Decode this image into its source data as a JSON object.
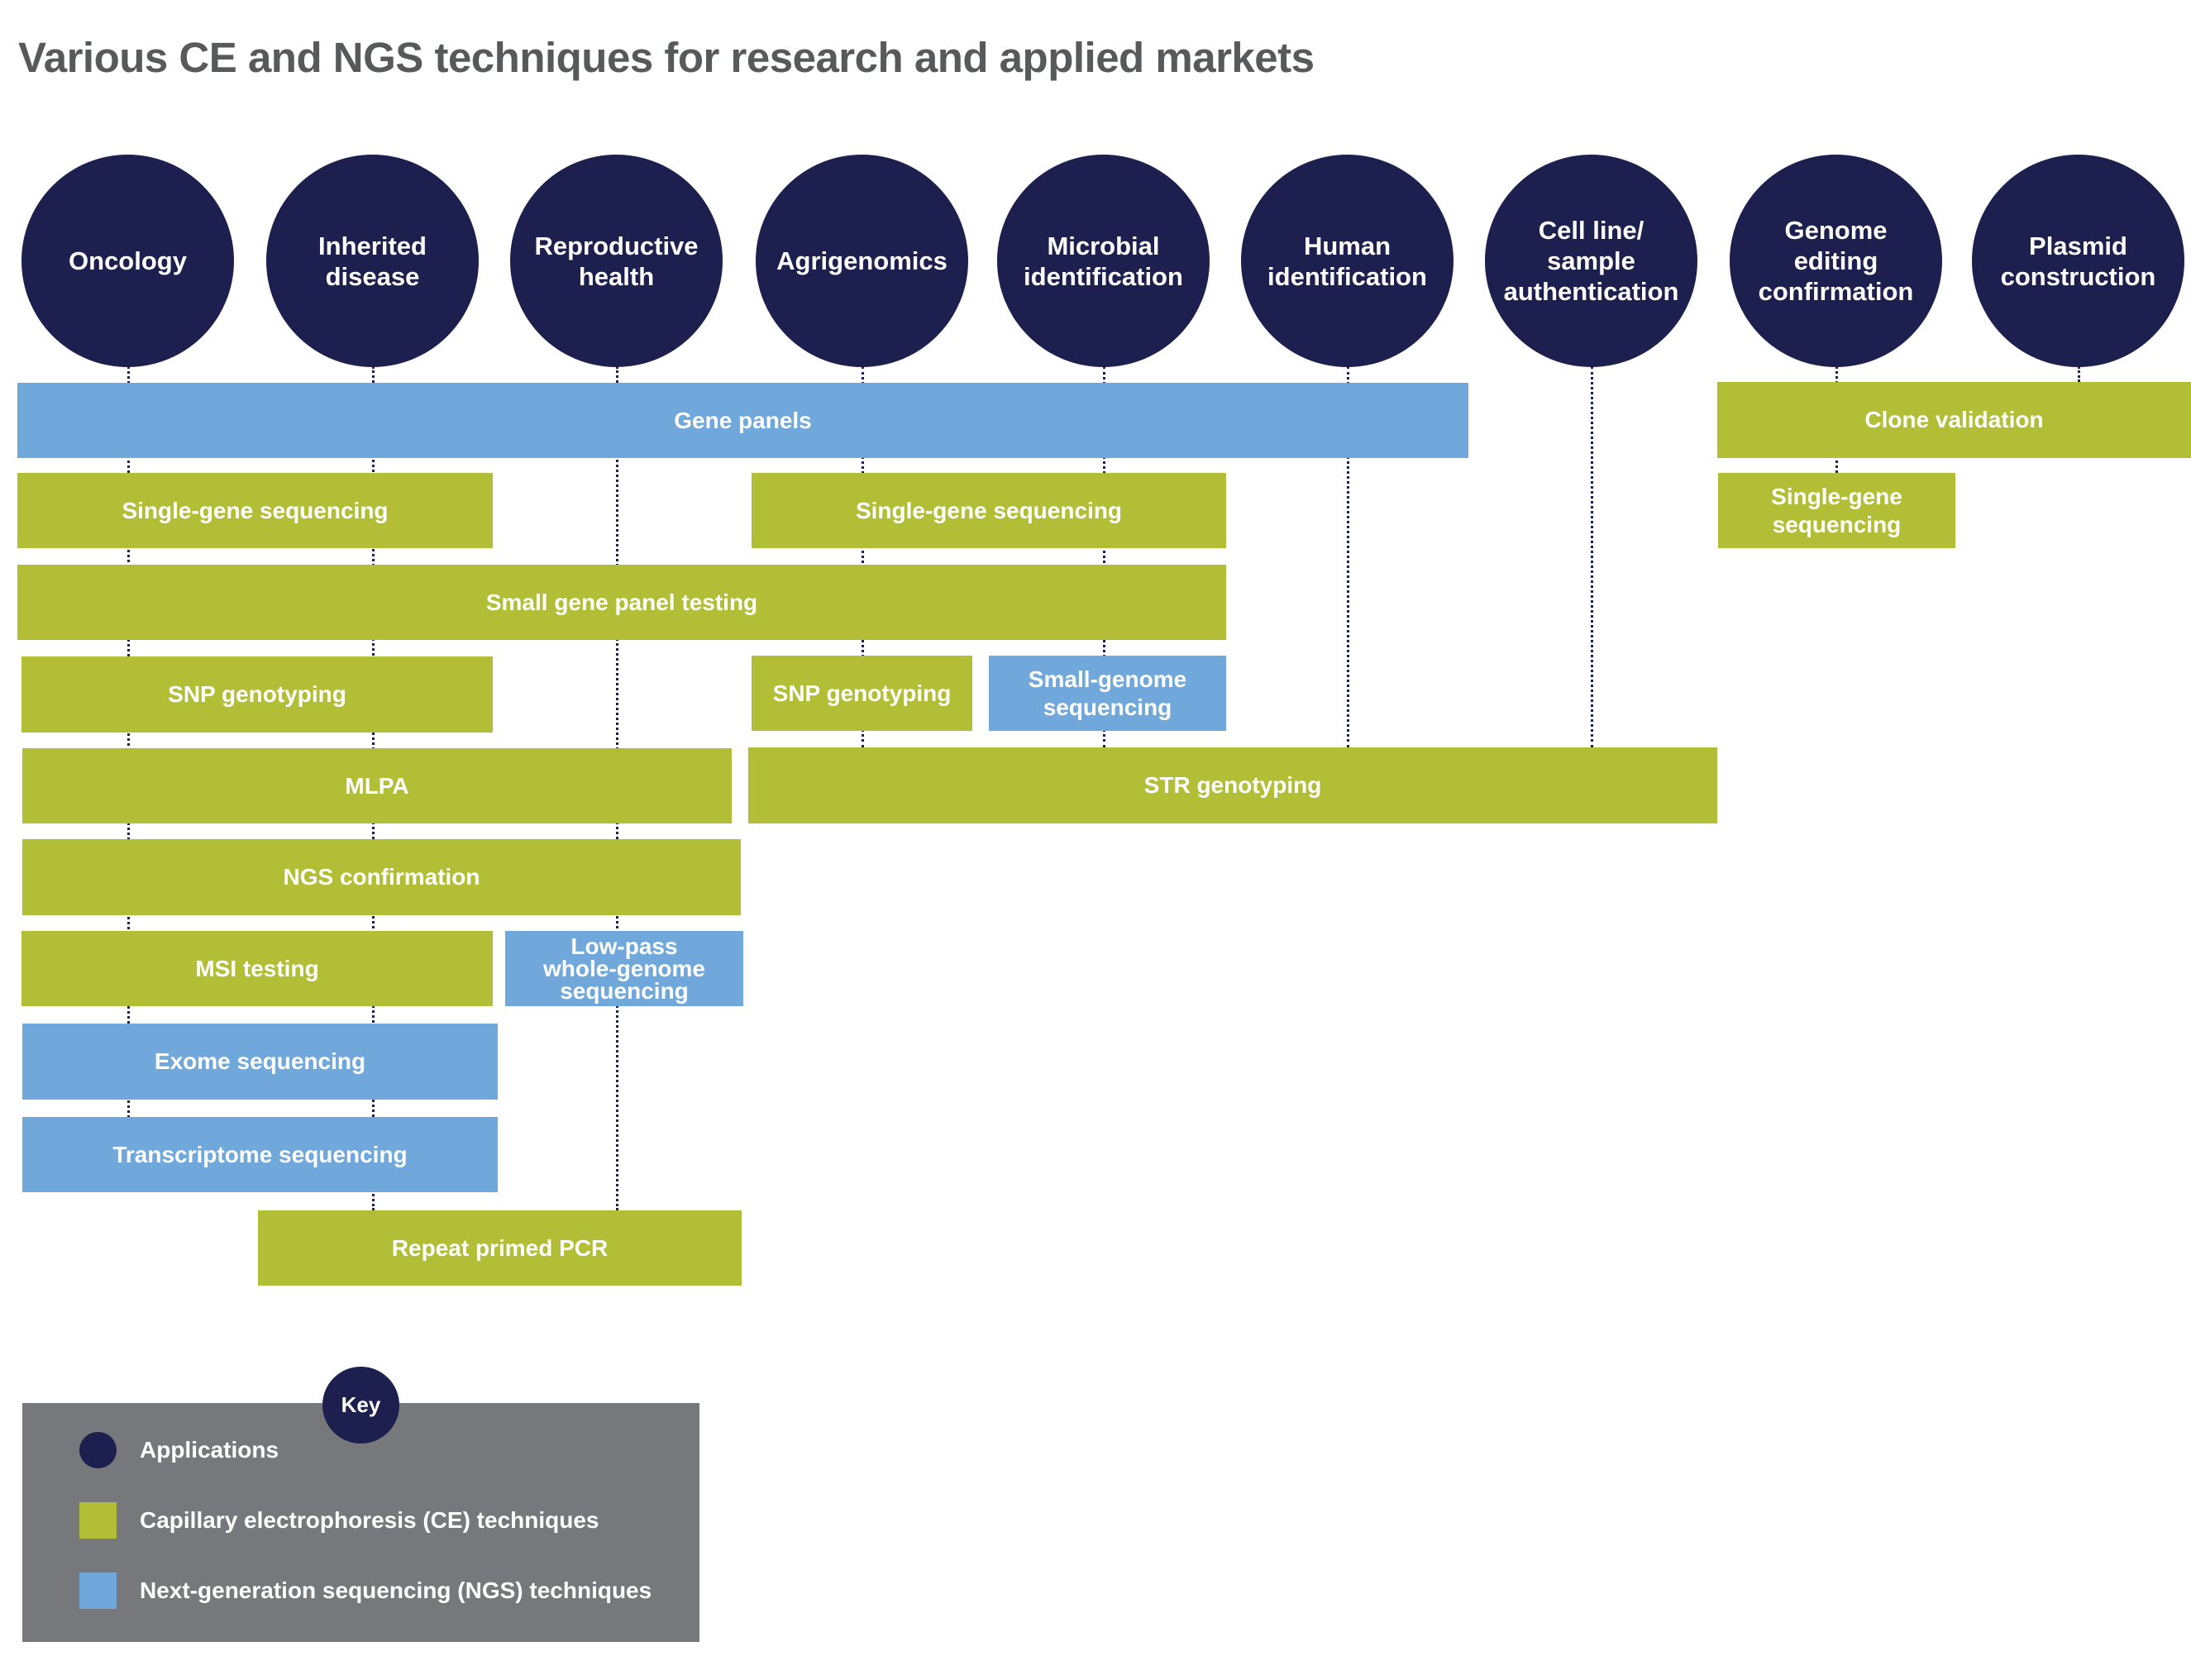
{
  "title": "Various CE and NGS techniques for research and applied markets",
  "colors": {
    "application": "#1d1f4e",
    "ce": "#b2be35",
    "ngs": "#70a8db",
    "key_background": "#77787b",
    "title": "#58595b"
  },
  "applications": [
    {
      "label": "Oncology"
    },
    {
      "label": "Inherited\ndisease"
    },
    {
      "label": "Reproductive\nhealth"
    },
    {
      "label": "Agrigenomics"
    },
    {
      "label": "Microbial\nidentification"
    },
    {
      "label": "Human\nidentification"
    },
    {
      "label": "Cell line/\nsample\nauthentication"
    },
    {
      "label": "Genome\nediting\nconfirmation"
    },
    {
      "label": "Plasmid\nconstruction"
    }
  ],
  "techniques": [
    {
      "label": "Gene panels",
      "type": "NGS"
    },
    {
      "label": "Clone validation",
      "type": "CE"
    },
    {
      "label": "Single-gene sequencing",
      "type": "CE"
    },
    {
      "label": "Single-gene sequencing",
      "type": "CE"
    },
    {
      "label": "Single-gene\nsequencing",
      "type": "CE"
    },
    {
      "label": "Small gene panel testing",
      "type": "CE"
    },
    {
      "label": "SNP genotyping",
      "type": "CE"
    },
    {
      "label": "SNP genotyping",
      "type": "CE"
    },
    {
      "label": "Small-genome\nsequencing",
      "type": "NGS"
    },
    {
      "label": "MLPA",
      "type": "CE"
    },
    {
      "label": "STR genotyping",
      "type": "CE"
    },
    {
      "label": "NGS confirmation",
      "type": "CE"
    },
    {
      "label": "MSI testing",
      "type": "CE"
    },
    {
      "label": "Low-pass\nwhole-genome\nsequencing",
      "type": "NGS"
    },
    {
      "label": "Exome sequencing",
      "type": "NGS"
    },
    {
      "label": "Transcriptome sequencing",
      "type": "NGS"
    },
    {
      "label": "Repeat primed PCR",
      "type": "CE"
    }
  ],
  "key": {
    "title": "Key",
    "items": [
      {
        "label": "Applications",
        "shape": "circle"
      },
      {
        "label": "Capillary electrophoresis (CE) techniques",
        "shape": "square-green"
      },
      {
        "label": "Next-generation sequencing (NGS) techniques",
        "shape": "square-blue"
      }
    ]
  }
}
